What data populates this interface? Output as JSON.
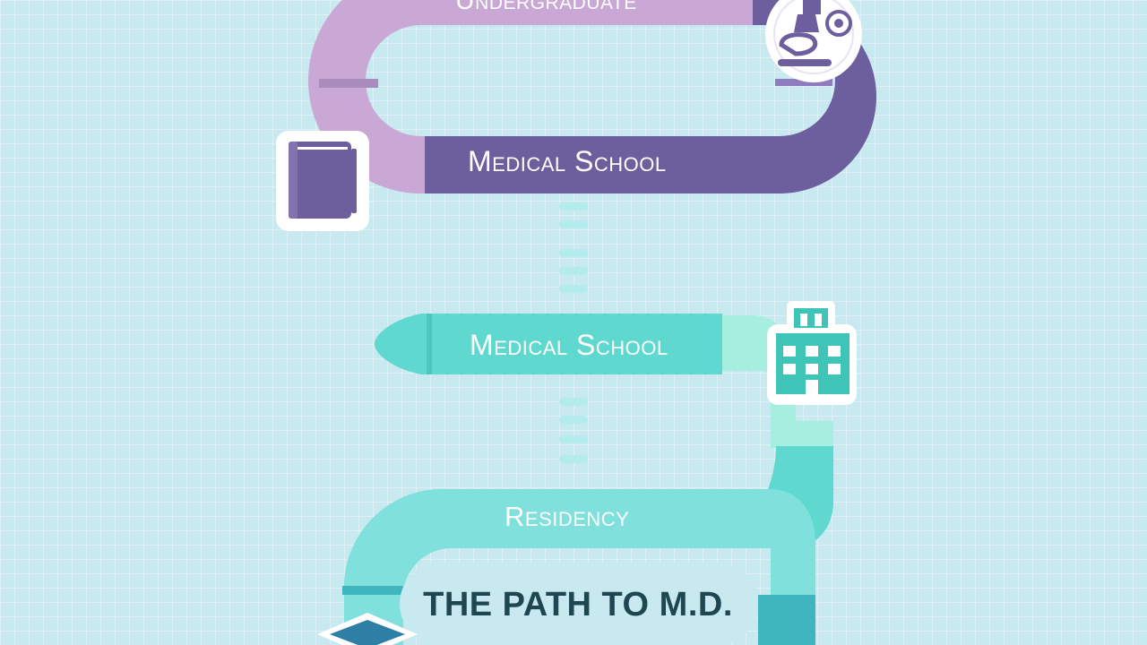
{
  "stages": {
    "undergraduate": "Undergraduate",
    "medical_school_1": "Medical School",
    "medical_school_2": "Medical School",
    "residency": "Residency"
  },
  "title": "THE PATH TO M.D.",
  "icons": [
    "microscope-icon",
    "book-icon",
    "hospital-icon",
    "graduation-cap-icon"
  ],
  "colors": {
    "background": "#c9e9f1",
    "lavender": "#c9a8d6",
    "purple": "#6d5e9e",
    "teal": "#5fd9cf",
    "mint": "#a6eee0",
    "light_teal": "#7fe0dc",
    "title_text": "#1f4751"
  }
}
